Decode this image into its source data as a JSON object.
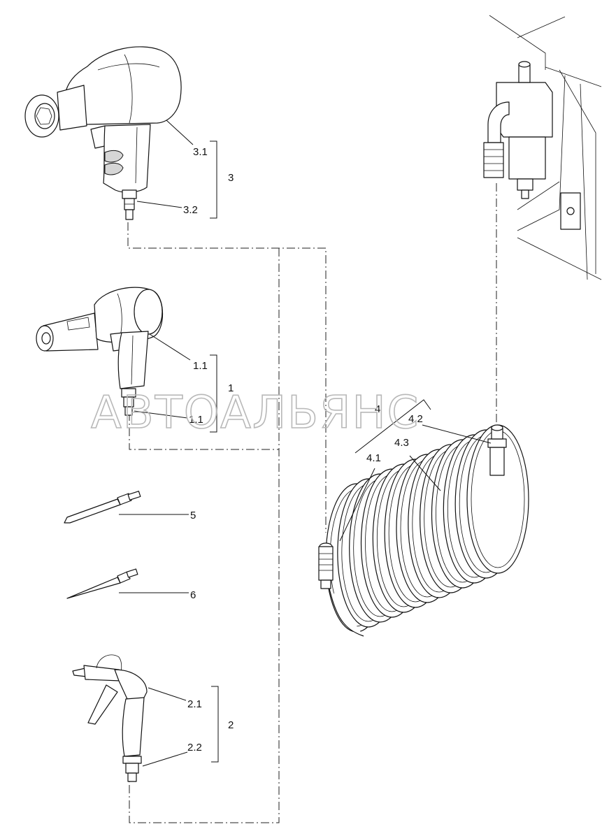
{
  "watermark": "АВТОАЛЬЯНС",
  "labels": {
    "l3_1": "3.1",
    "l3": "3",
    "l3_2": "3.2",
    "l1_1a": "1.1",
    "l1": "1",
    "l1_1b": "1.1",
    "l4": "4",
    "l4_2": "4.2",
    "l4_3": "4.3",
    "l4_1": "4.1",
    "l5": "5",
    "l6": "6",
    "l2_1": "2.1",
    "l2": "2",
    "l2_2": "2.2"
  },
  "parts": {
    "impact_wrench": "impact wrench",
    "rivet_gun": "rivet gun",
    "flat_chisel": "flat chisel",
    "pointed_chisel": "pointed chisel",
    "blow_gun": "blow gun",
    "coil_hose": "spiral air hose",
    "air_outlet_valve": "air outlet valve"
  }
}
